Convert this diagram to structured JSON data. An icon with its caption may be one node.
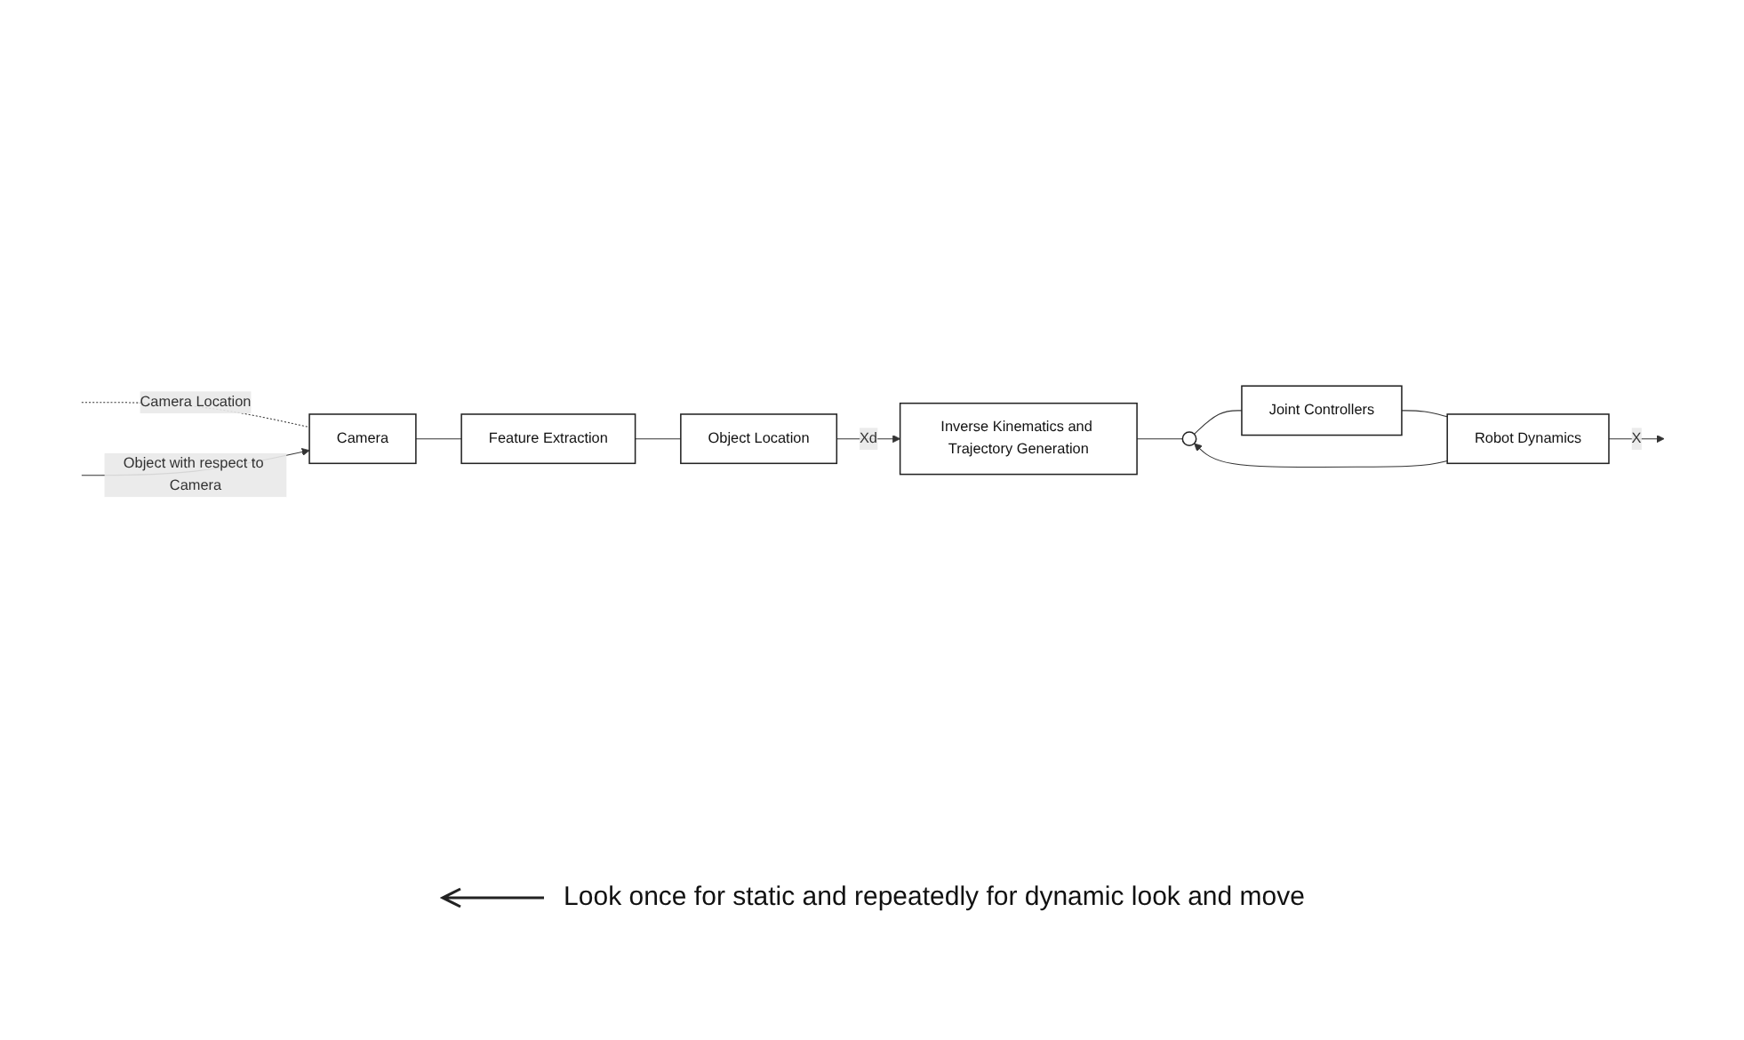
{
  "diagram": {
    "nodes": [
      {
        "text": [
          "Inverse Kinematics and Trajectory Generation"
        ]
      },
      {
        "text": [],
        "shape": "circle"
      },
      {
        "text": [
          "Joint Controllers"
        ]
      },
      {
        "text": [
          "Robot Dynamics"
        ]
      },
      {
        "text": [
          "Object Location"
        ]
      },
      {
        "text": [
          "Feature Extraction"
        ]
      },
      {
        "text": [
          "Camera"
        ]
      }
    ],
    "edges": [
      {
        "from": 4,
        "to": 0,
        "arrow": "to",
        "label": "Xd"
      },
      {
        "from": 0,
        "to": 1,
        "arrow": "none"
      },
      {
        "from": 1,
        "to": 2,
        "arrow": "none"
      },
      {
        "from": 2,
        "to": 3,
        "arrow": "none"
      },
      {
        "from": 3,
        "to": null,
        "arrow": "to",
        "label": "X"
      },
      {
        "from": 3,
        "to": 1,
        "arrow": "to"
      },
      {
        "from": null,
        "to": 6,
        "arrow": "none",
        "label": "Camera Location",
        "style": "dashed"
      },
      {
        "from": null,
        "to": 6,
        "arrow": "to",
        "label": "Object with respect to Camera"
      },
      {
        "from": 6,
        "to": 5,
        "arrow": "none"
      },
      {
        "from": 5,
        "to": 4,
        "arrow": "none"
      }
    ],
    "labels": [
      "Look once for static and repeatedly for dynamic look and move"
    ]
  }
}
